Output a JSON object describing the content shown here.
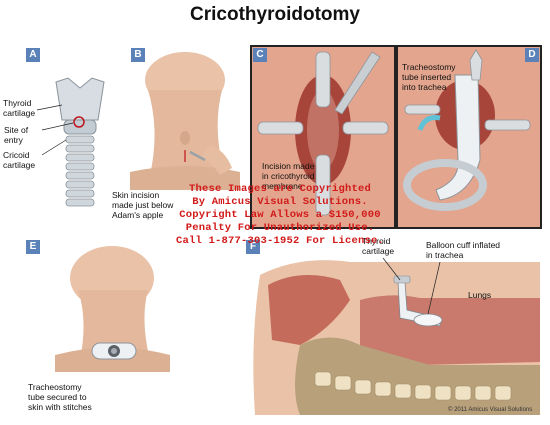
{
  "title": "Cricothyroidotomy",
  "panels": {
    "a": {
      "letter": "A",
      "labels": [
        "Thyroid\ncartilage",
        "Site of\nentry",
        "Cricoid\ncartilage"
      ]
    },
    "b": {
      "letter": "B",
      "label": "Skin incision\nmade just below\nAdam's apple"
    },
    "c": {
      "letter": "C",
      "label": "Incision made\nin cricothyroid\nmembrane"
    },
    "d": {
      "letter": "D",
      "label": "Tracheostomy\ntube inserted\ninto trachea"
    },
    "e": {
      "letter": "E",
      "label": "Tracheostomy\ntube secured to\nskin with stitches"
    },
    "f": {
      "letter": "F",
      "labels": [
        "Thyroid\ncartilage",
        "Balloon cuff inflated\nin trachea",
        "Lungs"
      ]
    }
  },
  "watermark": {
    "lines": [
      "These Images are Copyrighted",
      "By Amicus Visual Solutions.",
      "Copyright Law Allows a $150,000",
      "Penalty For Unauthorized Use.",
      "Call 1-877-303-1952 For License."
    ],
    "color": "#d21a1a"
  },
  "copyright": "© 2011 Amicus Visual Solutions",
  "colors": {
    "panel_letter_bg": "#5b82b8",
    "skin": "#e9c2a8",
    "tissue": "#b34a3c",
    "bone": "#c9b58e"
  }
}
